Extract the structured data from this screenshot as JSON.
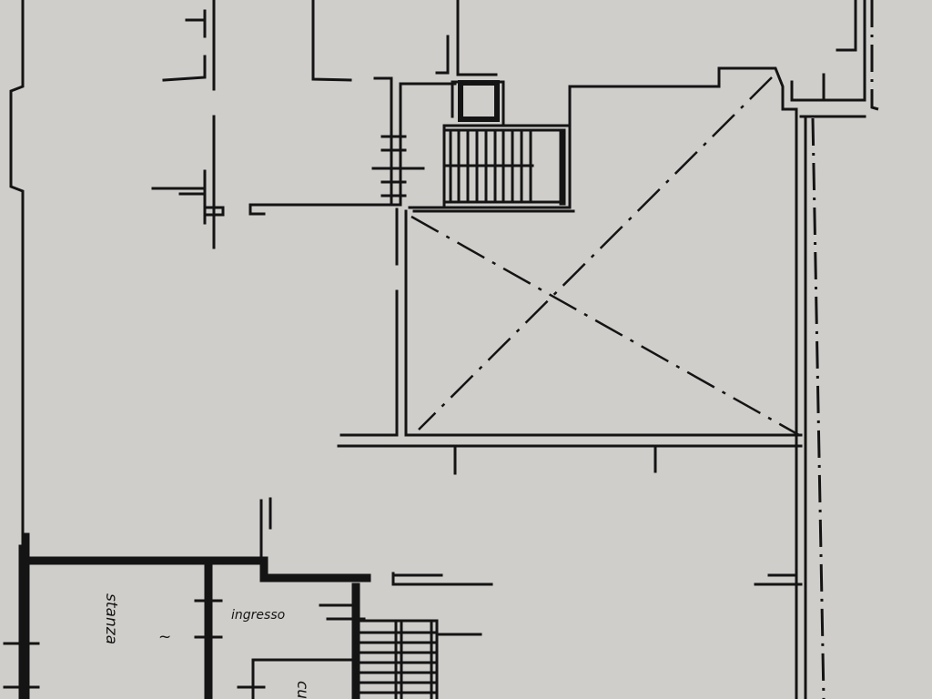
{
  "drawing": {
    "type": "floor-plan",
    "paper_color": "#d0cecb",
    "ink_color": "#141414",
    "rooms": [
      {
        "label": "stanza",
        "rotated": true,
        "note": "~"
      },
      {
        "label": "ingresso"
      },
      {
        "label": "cu"
      }
    ]
  }
}
